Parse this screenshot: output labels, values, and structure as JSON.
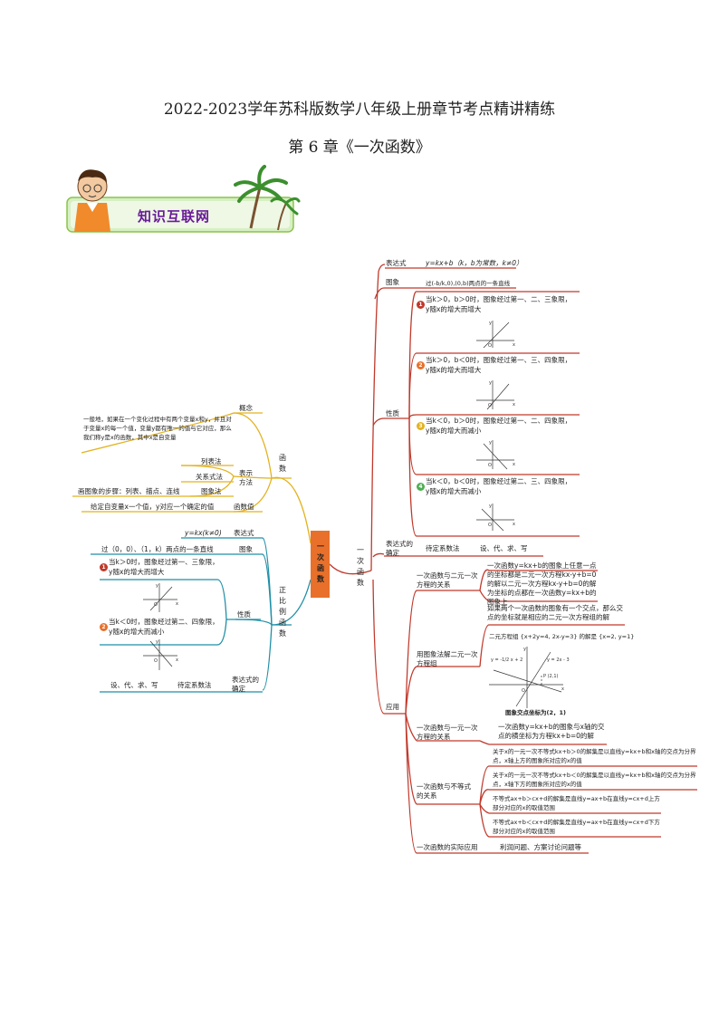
{
  "header": {
    "title": "2022-2023学年苏科版数学八年级上册章节考点精讲精练",
    "subtitle": "第 6 章《一次函数》"
  },
  "banner": {
    "label": "知识互联网"
  },
  "center": {
    "label": "一次函数"
  },
  "linear": {
    "label": "一次函数",
    "expr_label": "表达式",
    "expr_value": "y=kx+b（k，b为常数，k≠0）",
    "graph_label": "图象",
    "graph_value": "过(-b/k,0),(0,b)两点的一条直线",
    "props_label": "性质",
    "cases": [
      {
        "num": "1",
        "line1": "当k＞0，b＞0时，图象经过第一、二、三象限，",
        "line2": "y随x的增大而增大"
      },
      {
        "num": "2",
        "line1": "当k＞0，b＜0时，图象经过第一、三、四象限，",
        "line2": "y随x的增大而增大"
      },
      {
        "num": "3",
        "line1": "当k＜0，b＞0时，图象经过第一、二、四象限，",
        "line2": "y随x的增大而减小"
      },
      {
        "num": "4",
        "line1": "当k＜0，b＜0时，图象经过第二、三、四象限，",
        "line2": "y随x的增大而减小"
      }
    ],
    "determine_label": "表达式的确定",
    "determine_method": "待定系数法",
    "determine_steps": "设、代、求、写",
    "app_label": "应用",
    "app1_label": "一次函数与二元一次方程的关系",
    "app1_text": "一次函数y=kx+b的图象上任意一点的坐标都是二元一次方程kx-y+b=0的解以二元一次方程kx-y+b=0的解为坐标的点都在一次函数y=kx+b的图象上",
    "app2_label": "用图象法解二元一次方程组",
    "app2_text": "如果两个一次函数的图象有一个交点，那么交点的坐标就是相应的二元一次方程组的解",
    "app2_system": "二元方程组 {x+2y=4, 2x-y=3} 的解是 {x=2, y=1}",
    "app2_caption": "图象交点坐标为(2，1)",
    "app3_label": "一次函数与一元一次方程的关系",
    "app3_text": "一次函数y=kx+b的图象与x轴的交点的横坐标为方程kx+b=0的解",
    "app4_label": "一次函数与不等式的关系",
    "app4_items": [
      "关于x的一元一次不等式kx+b＞0的解集是以直线y=kx+b和x轴的交点为分界点，x轴上方的图象所对应的x的值",
      "关于x的一元一次不等式kx+b＜0的解集是以直线y=kx+b和x轴的交点为分界点，x轴下方的图象所对应的x的值",
      "不等式ax+b＞cx+d的解集是直线y=ax+b在直线y=cx+d上方部分对应的x的取值范围",
      "不等式ax+b＜cx+d的解集是直线y=ax+b在直线y=cx+d下方部分对应的x的取值范围"
    ],
    "app5_label": "一次函数的实际应用",
    "app5_text": "利润问题、方案讨论问题等"
  },
  "func": {
    "label": "函数",
    "concept_label": "概念",
    "concept_text": "一般地，如果在一个变化过程中有两个变量x和y，并且对于变量x的每一个值，变量y都有唯一的值与它对应，那么我们称y是x的函数，其中x是自变量",
    "repr_label": "表示方法",
    "repr_items": [
      "列表法",
      "关系式法",
      "图象法"
    ],
    "repr_steps": "画图象的步骤：列表、描点、连线",
    "value_label": "函数值",
    "value_text": "给定自变量x一个值，y对应一个确定的值"
  },
  "prop": {
    "label": "正比例函数",
    "expr_label": "表达式",
    "expr_value": "y=kx(k≠0)",
    "graph_label": "图象",
    "graph_value": "过（0，0）、（1，k）两点的一条直线",
    "props_label": "性质",
    "cases": [
      {
        "num": "1",
        "line1": "当k＞0时，图象经过第一、三象限，",
        "line2": "y随x的增大而增大"
      },
      {
        "num": "2",
        "line1": "当k＜0时，图象经过第二、四象限，",
        "line2": "y随x的增大而减小"
      }
    ],
    "determine_label": "表达式的确定",
    "determine_method": "待定系数法",
    "determine_steps": "设、代、求、写"
  },
  "colors": {
    "orange": "#e8702a",
    "red": "#c0392b",
    "brown": "#8b3a2b",
    "teal": "#1f8fa6",
    "yellow": "#e3b21f",
    "green": "#4caf50",
    "blue": "#2b6cb0"
  }
}
